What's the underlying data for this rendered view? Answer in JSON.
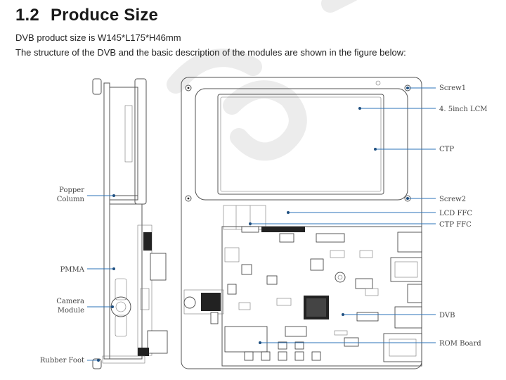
{
  "heading": {
    "number": "1.2",
    "title": "Produce Size"
  },
  "paragraphs": [
    "DVB product size is W145*L175*H46mm",
    "The structure of the DVB and the basic description of the modules are shown in the figure below:"
  ],
  "side_labels": {
    "popper_column": [
      "Popper",
      "Column"
    ],
    "pmma": "PMMA",
    "camera_module": [
      "Camera",
      "Module"
    ],
    "rubber_foot": "Rubber Foot"
  },
  "front_labels": {
    "screw1": "Screw1",
    "lcm": "4. 5inch LCM",
    "ctp": "CTP",
    "screw2": "Screw2",
    "lcd_ffc": "LCD FFC",
    "ctp_ffc": "CTP FFC",
    "dvb": "DVB",
    "rom_board": "ROM Board"
  },
  "colors": {
    "leader": "#2b73b8",
    "ink": "#1a1a1a",
    "watermark": "#ececec"
  }
}
